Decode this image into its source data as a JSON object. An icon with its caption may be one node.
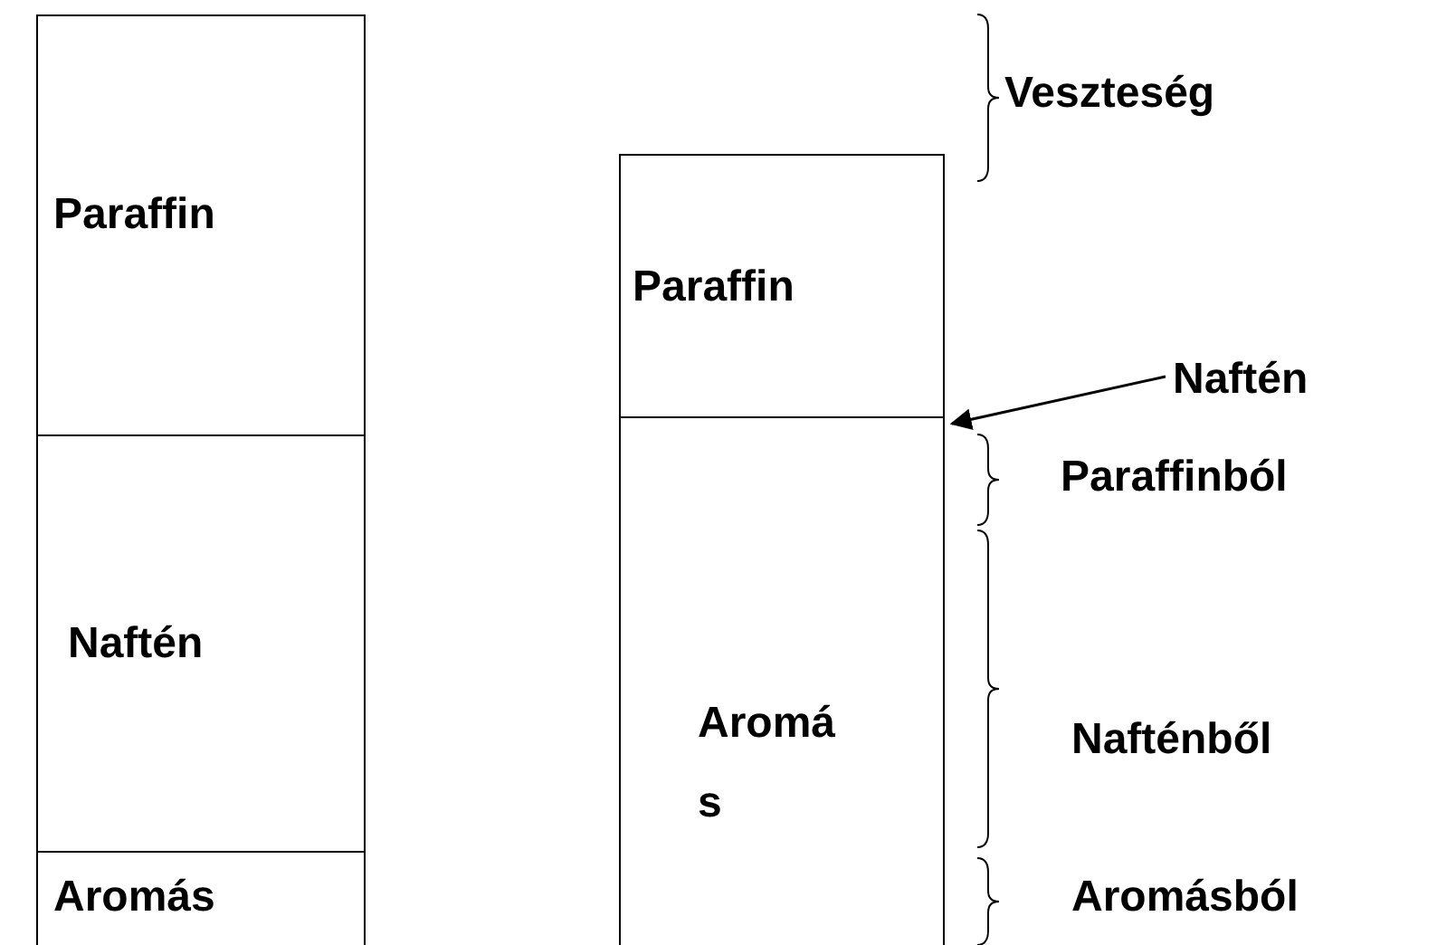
{
  "diagram": {
    "nodes": [
      {
        "text": [
          "Paraffin"
        ]
      },
      {
        "text": [
          "Naftén"
        ]
      },
      {
        "text": [
          "Aromás"
        ]
      },
      {
        "text": [
          "Paraffin"
        ]
      },
      {
        "text": [
          "Aromás"
        ]
      },
      {
        "text": [
          "Naftén"
        ]
      }
    ],
    "edges": [
      {
        "from": 5,
        "to": 3,
        "arrow": "to"
      }
    ],
    "labels": [
      "Veszteség",
      "Paraffinból",
      "Nafténből",
      "Aromásból"
    ]
  }
}
